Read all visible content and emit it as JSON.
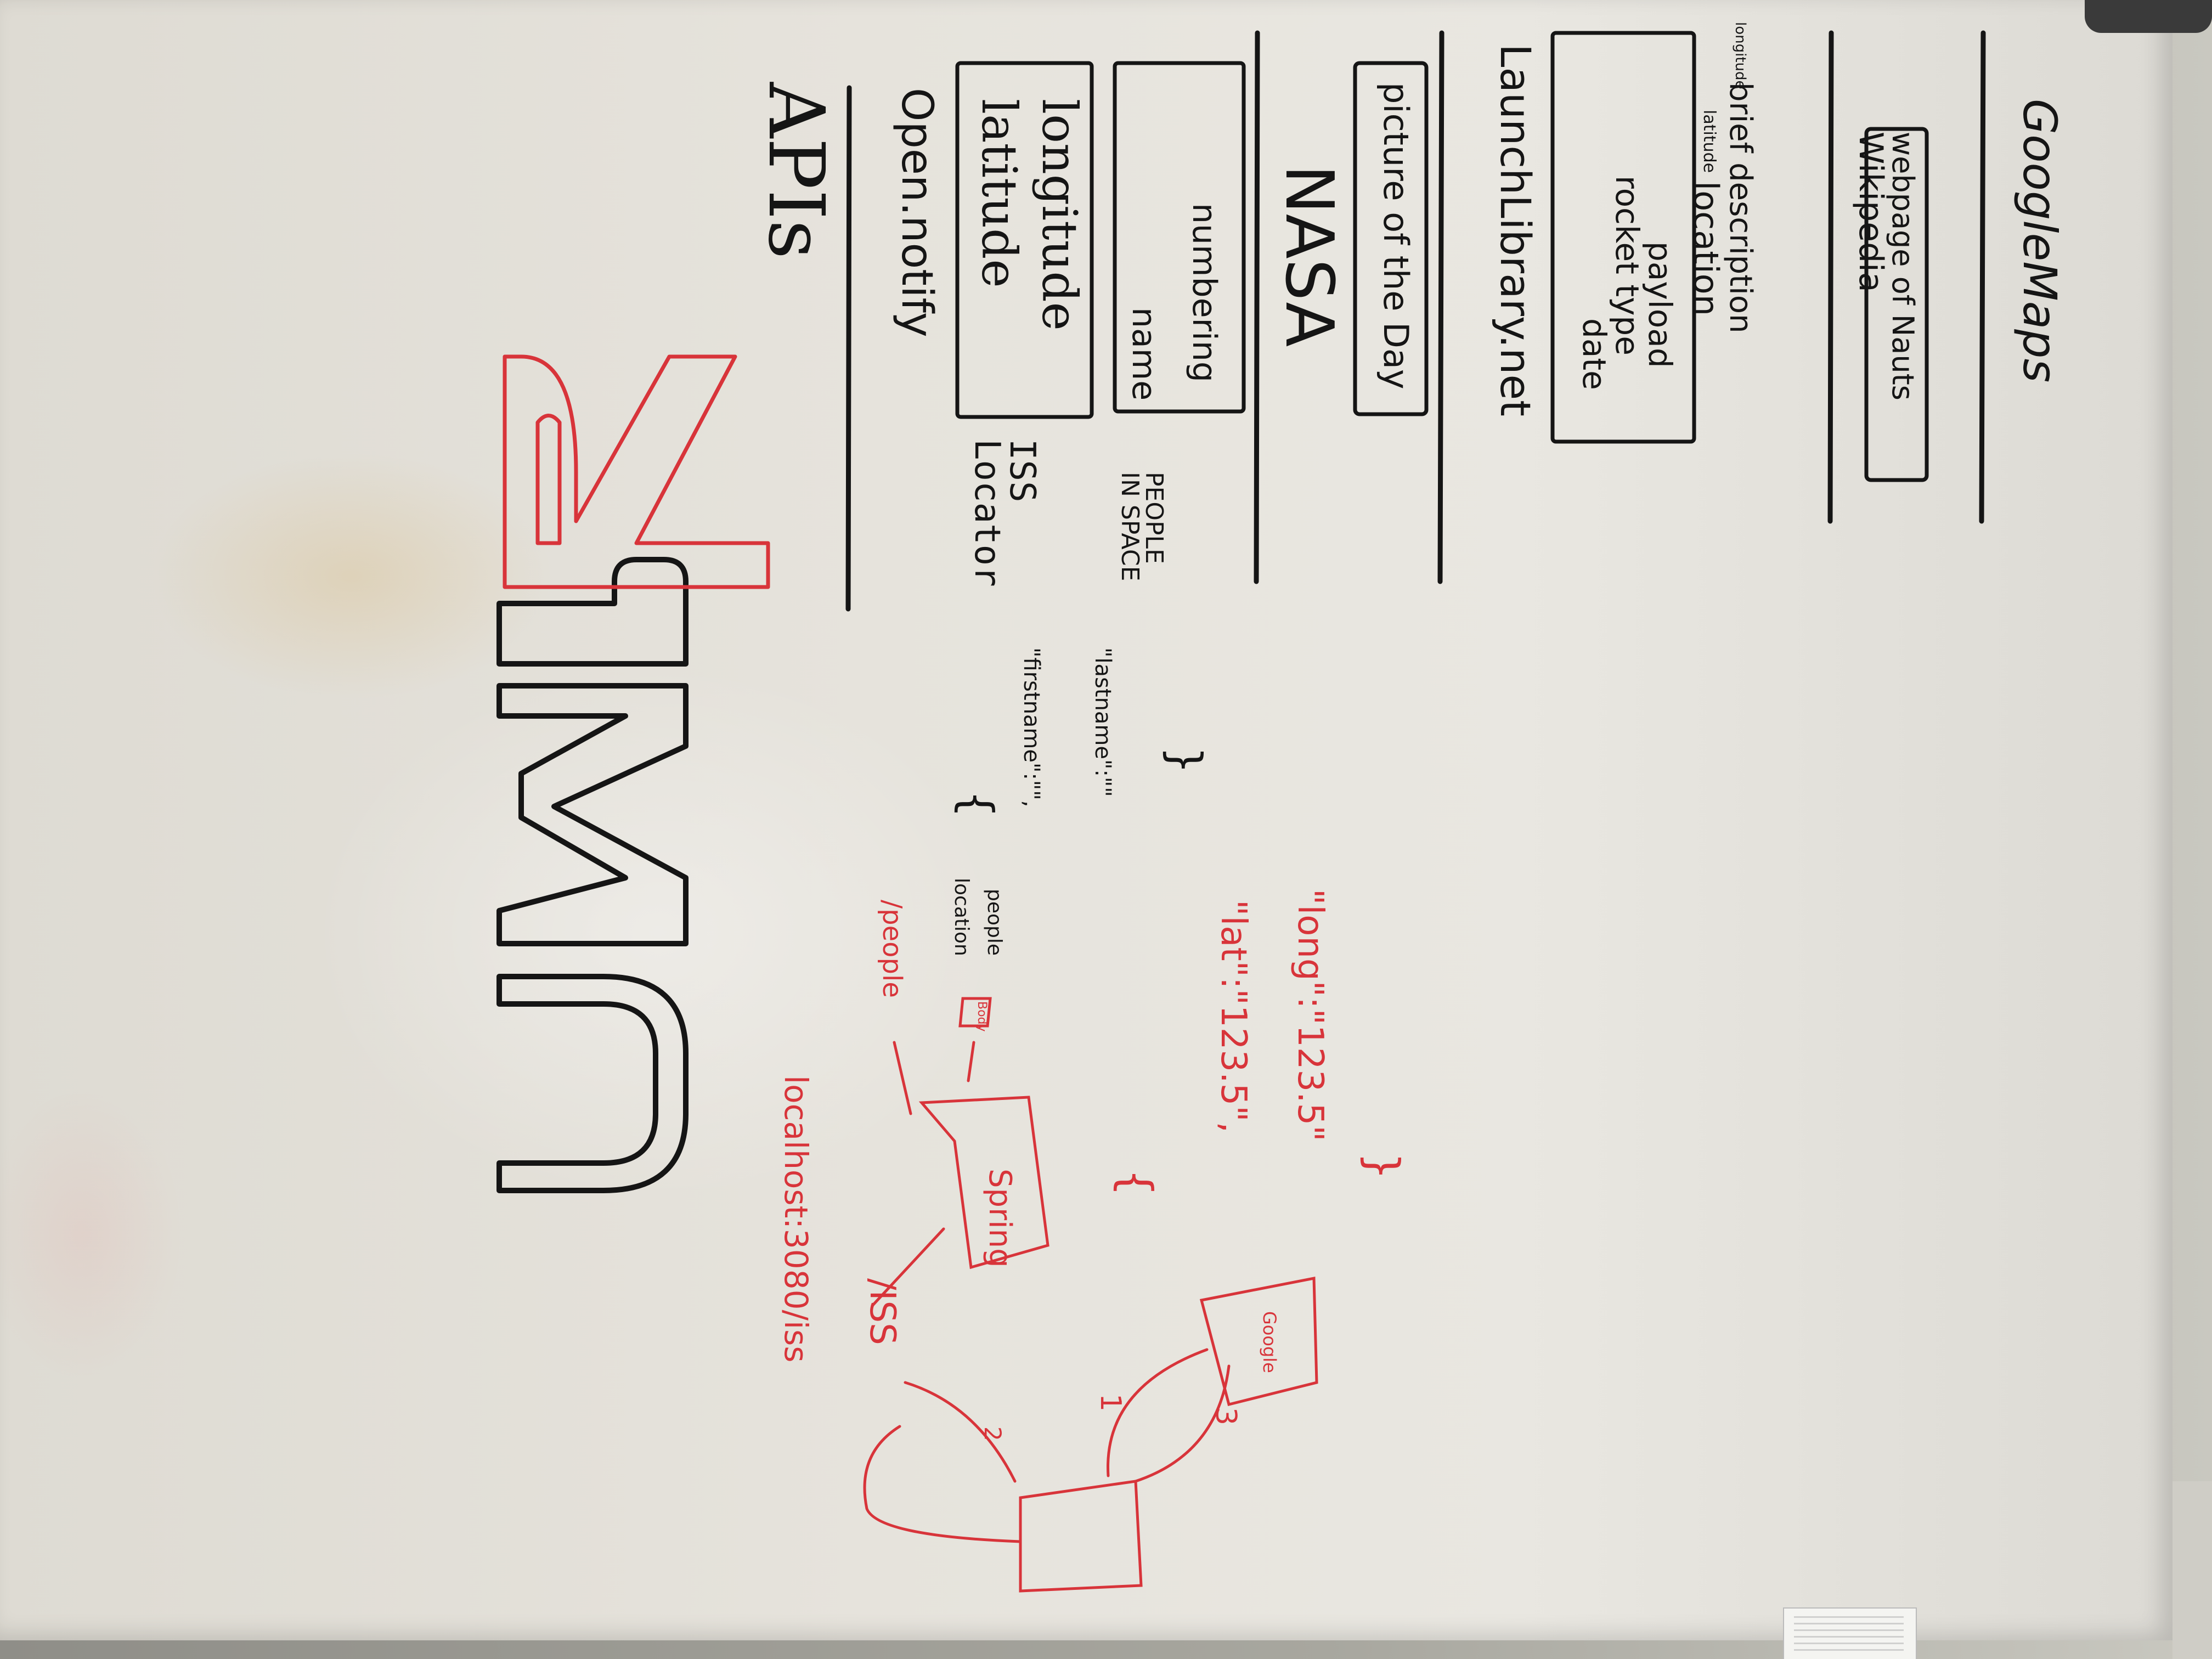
{
  "board": {
    "title_black": "UML",
    "title_red": "R",
    "apis_heading": "APIs",
    "open_notify": {
      "name": "Open.notify",
      "location_fields": [
        "latitude",
        "longitude"
      ],
      "people_fields": [
        "name",
        "numbering"
      ]
    },
    "nasa": {
      "name": "NASA",
      "item": "picture of the Day"
    },
    "launch_library": {
      "name": "LaunchLibrary.net",
      "fields": [
        "date",
        "rocket type",
        "payload",
        "location",
        "brief description"
      ],
      "location_detail": [
        "latitude",
        "longitude"
      ]
    },
    "wikipedia": {
      "name": "Wikipedia",
      "item": "webpage of Nauts"
    },
    "google_maps": "GoogleMaps",
    "iss_locator": "ISS\nLocator",
    "people_in_space": "PEOPLE\nIN SPACE",
    "json_example": {
      "open": "{",
      "line1": "\"firstname\":\"\",",
      "line2": "\"lastname\":\"\"",
      "close": "}"
    },
    "diagram": {
      "url": "localhost:3080/iss",
      "iss_label": "/ISS",
      "spring_label": "Spring",
      "people_path": "/people",
      "branch_box": "Body",
      "branch_labels": [
        "location",
        "people"
      ],
      "google_label": "Google",
      "steps": [
        "1",
        "2",
        "3"
      ],
      "json_open": "{",
      "lat_line": "\"lat\":\"123.5\",",
      "long_line": "\"long\":\"123.5\"",
      "json_close": "}"
    }
  }
}
